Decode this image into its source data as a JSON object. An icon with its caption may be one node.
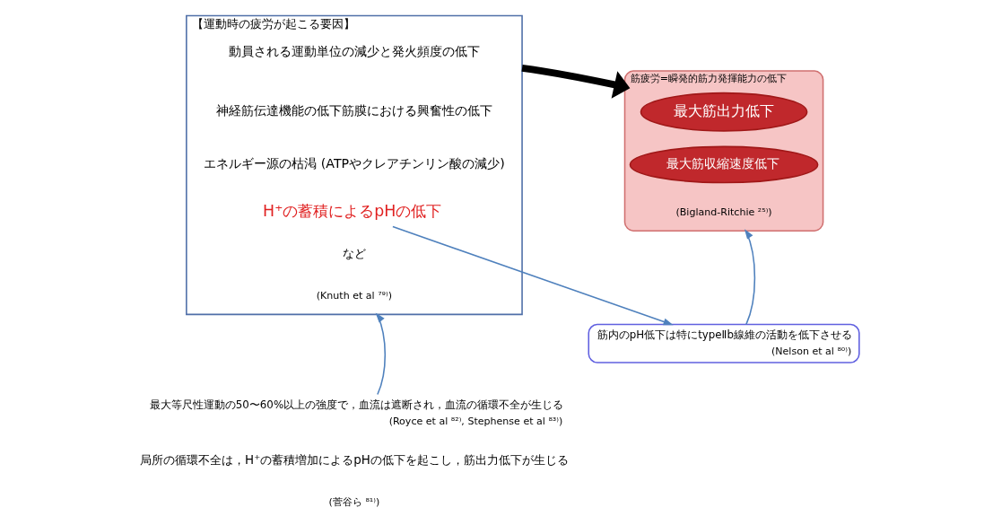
{
  "diagram": {
    "nodes": [
      {
        "text": [
          "【運動時の疲労が起こる要因】",
          "動員される運動単位の減少と発火頻度の低下",
          "神経筋伝達機能の低下筋膜における興奮性の低下",
          "エネルギー源の枯渇 (ATPやクレアチンリン酸の減少)",
          "など"
        ],
        "beside": [
          "(Knuth et al ⁷⁹⁾)"
        ]
      },
      {
        "text": [
          "H⁺の蓄積によるpHの低下"
        ],
        "in": 0
      },
      {
        "text": [
          "筋疲労=瞬発的筋力発揮能力の低下"
        ],
        "beside": [
          "(Bigland-Ritchie ²⁵⁾)"
        ]
      },
      {
        "text": [
          "最大筋出力低下"
        ],
        "in": 2
      },
      {
        "text": [
          "最大筋収縮速度低下"
        ],
        "in": 2
      },
      {
        "text": [
          "筋内のpH低下は特にtypeⅡb線維の活動を低下させる",
          "(Nelson et al ⁸⁰⁾)"
        ]
      },
      {
        "text": [
          "最大等尺性運動の50〜60%以上の強度で，血流は遮断され，血流の循環不全が生じる"
        ],
        "beside": [
          "(Royce et al ⁸²⁾, Stephense et al ⁸³⁾)"
        ]
      }
    ],
    "edges": [
      {
        "from": 0,
        "to": 2,
        "arrow": "to",
        "style": "thick",
        "color": "#000000"
      },
      {
        "from": 1,
        "to": 5,
        "arrow": "to"
      },
      {
        "from": 5,
        "to": 2,
        "arrow": "to"
      },
      {
        "from": 6,
        "to": 0,
        "arrow": "to"
      }
    ],
    "labels": [
      "局所の循環不全は，H⁺の蓄積増加によるpHの低下を起こし，筋出力低下が生じる",
      "(菅谷ら ⁸¹⁾)"
    ]
  }
}
